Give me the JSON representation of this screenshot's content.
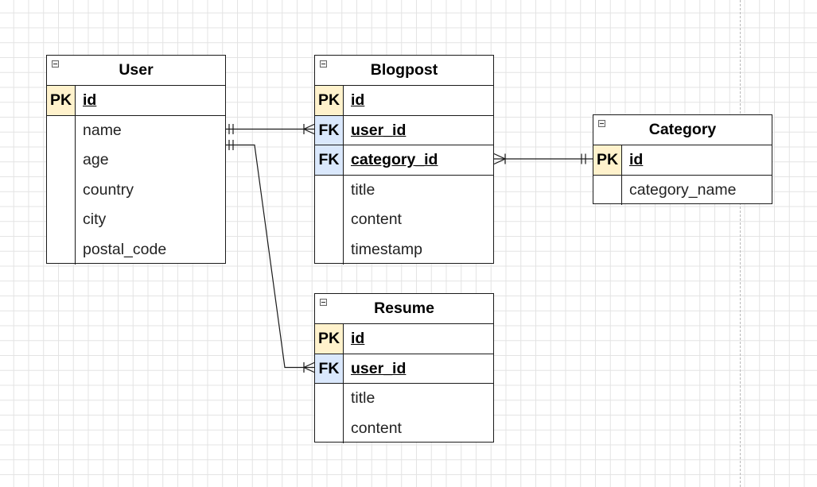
{
  "entities": {
    "user": {
      "title": "User",
      "keys": [
        {
          "type": "PK",
          "name": "id"
        }
      ],
      "attributes": [
        "name",
        "age",
        "country",
        "city",
        "postal_code"
      ]
    },
    "blogpost": {
      "title": "Blogpost",
      "keys": [
        {
          "type": "PK",
          "name": "id"
        },
        {
          "type": "FK",
          "name": "user_id"
        },
        {
          "type": "FK",
          "name": "category_id"
        }
      ],
      "attributes": [
        "title",
        "content",
        "timestamp"
      ]
    },
    "category": {
      "title": "Category",
      "keys": [
        {
          "type": "PK",
          "name": "id"
        }
      ],
      "attributes": [
        "category_name"
      ]
    },
    "resume": {
      "title": "Resume",
      "keys": [
        {
          "type": "PK",
          "name": "id"
        },
        {
          "type": "FK",
          "name": "user_id"
        }
      ],
      "attributes": [
        "title",
        "content"
      ]
    }
  },
  "relationships": [
    {
      "from": "User.name",
      "to": "Blogpost.user_id",
      "from_cardinality": "one-and-only-one",
      "to_cardinality": "one-or-many"
    },
    {
      "from": "User.age",
      "to": "Resume.user_id",
      "from_cardinality": "one-and-only-one",
      "to_cardinality": "one-or-many"
    },
    {
      "from": "Blogpost.category_id",
      "to": "Category.id",
      "from_cardinality": "one-or-many",
      "to_cardinality": "one-and-only-one"
    }
  ],
  "colors": {
    "pk_fill": "#fff2cc",
    "fk_fill": "#dae8fc",
    "border": "#1a1a1a",
    "grid": "#e3e3e3"
  },
  "icons": {
    "collapse": "collapse-icon"
  }
}
